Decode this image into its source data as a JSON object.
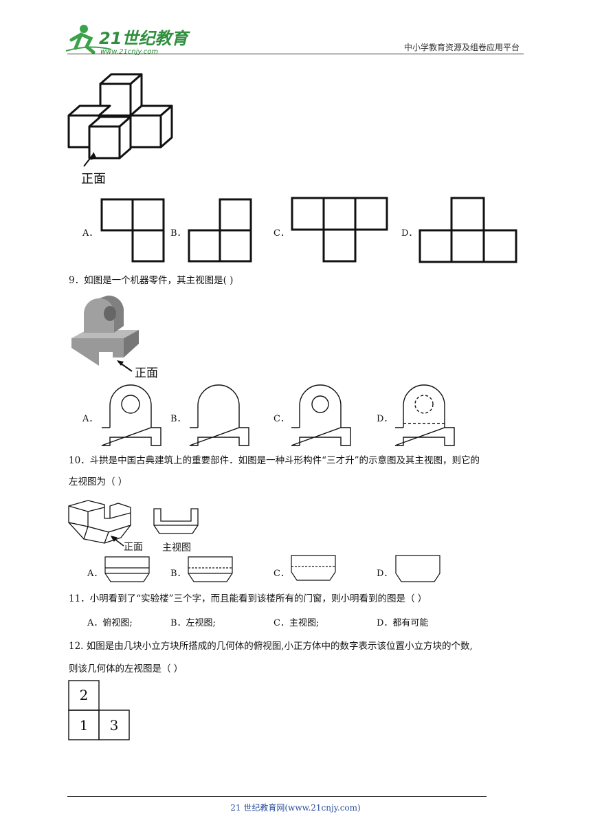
{
  "header": {
    "logo_text": "21世纪教育",
    "logo_url_text": "www.21cnjy.com",
    "right_text": "中小学教育资源及组卷应用平台"
  },
  "q8": {
    "front_label": "正面",
    "options": [
      "A．",
      "B．",
      "C．",
      "D．"
    ]
  },
  "q9": {
    "text": "9．如图是一个机器零件，其主视图是(    )",
    "front_label": "正面",
    "options": [
      "A．",
      "B．",
      "C．",
      "D．"
    ]
  },
  "q10": {
    "text_line1": "10．斗拱是中国古典建筑上的重要部件．如图是一种斗形构件“三才升”的示意图及其主视图，则它的",
    "text_line2": "左视图为（        ）",
    "front_label": "正面",
    "main_view_label": "主视图",
    "options": [
      "A．",
      "B．",
      "C．",
      "D．"
    ]
  },
  "q11": {
    "text": "11．小明看到了“实验楼”三个字，而且能看到该楼所有的门窗，则小明看到的图是（        ）",
    "options": [
      "A．俯视图;",
      "B．左视图;",
      "C．主视图;",
      "D．都有可能"
    ]
  },
  "q12": {
    "text_line1": "12. 如图是由几块小立方块所搭成的几何体的俯视图,小正方体中的数字表示该位置小立方块的个数,",
    "text_line2": "则该几何体的左视图是（    ）",
    "grid_numbers": [
      "2",
      "1",
      "3"
    ]
  },
  "footer": {
    "text": "21 世纪教育网(www.21cnjy.com)"
  }
}
